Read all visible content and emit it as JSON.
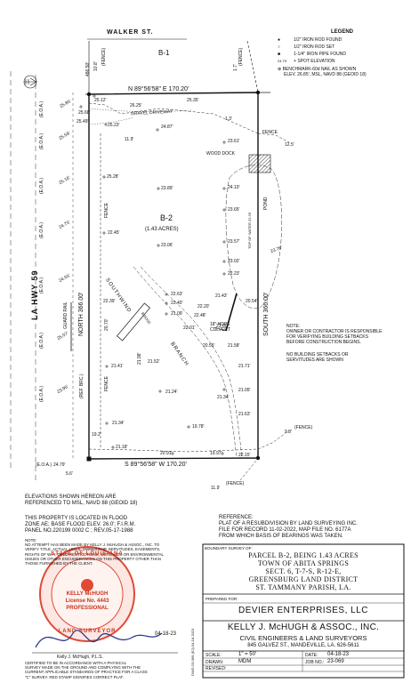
{
  "streets": {
    "top": "WALKER ST.",
    "left": "LA HWY 59"
  },
  "legend": {
    "title": "LEGEND",
    "items": [
      {
        "symbol": "filled-circle",
        "label": "1/2\" IRON ROD FOUND"
      },
      {
        "symbol": "open-circle",
        "label": "1/2\" IRON ROD SET"
      },
      {
        "symbol": "filled-square",
        "label": "1-1/4\" IRON PIPE FOUND"
      },
      {
        "symbol": "plus",
        "sample": "24.79'",
        "label": "SPOT ELEVATION"
      }
    ],
    "benchmark_line1": "BENCHMARK-60d NAIL AS SHOWN",
    "benchmark_line2": "ELEV. 26.85', MSL, NAVD 88 (GEOID 18)"
  },
  "lots": {
    "b1": "B-1",
    "b2": "B-2",
    "b2_area": "(1.43 ACRES)"
  },
  "bearings": {
    "north_line": "N 89°56'58\" E 170.20'",
    "south_line": "S 89°56'58\" W 170.20'",
    "west_line": "NORTH 366.00'",
    "east_line": "SOUTH 366.00'"
  },
  "features": {
    "gravel_driveway": "GRAVEL DRIVEWAY",
    "wood_dock": "WOOD DOCK",
    "pond": "POND",
    "top_of_water": "TOP OF WATER 22.29'",
    "fence": "FENCE",
    "southwind": "SOUTHWIND",
    "branch": "BRANCH",
    "bridge": "BRIDGE",
    "culvert_line1": "18\" HDPE",
    "culvert_line2": "CULVERT",
    "guard_rail": "GUARD RAIL",
    "ref_brc": "(REF. BRC.)",
    "eoa": "(E.O.A.)",
    "fence_tag": "(FENCE)"
  },
  "dimensions": {
    "d1": "486.50'",
    "d2": "10.8'",
    "d3": "1.7'",
    "d4": "1.3'",
    "d5": "12.5'",
    "d6": "11.9'",
    "d7": "5.6'",
    "d8": "11.9'",
    "d9": "9.8'",
    "d10": "19.2'"
  },
  "elevations": [
    "25.85'",
    "25.68'",
    "25.12'",
    "26.25'",
    "25.35'",
    "25.59'",
    "25.49'",
    "25.23'",
    "24.87'",
    "23.61'",
    "25.16'",
    "25.28'",
    "23.89'",
    "24.10'",
    "23.65'",
    "24.75'",
    "22.45'",
    "23.57'",
    "23.06'",
    "24.55'",
    "23.02'",
    "22.23'",
    "22.39'",
    "22.63'",
    "22.40'",
    "22.20'",
    "21.43'",
    "21.09'",
    "20.54'",
    "22.48'",
    "20.70'",
    "22.01'",
    "21.98'",
    "20.55'",
    "21.58'",
    "21.41'",
    "21.52'",
    "21.71'",
    "21.24'",
    "21.09'",
    "21.34'",
    "21.63'",
    "21.34'",
    "19.78'",
    "21.18'",
    "20.91'",
    "19.97'",
    "22.15'",
    "24.79'",
    "23.95'",
    "25.07'",
    "23.76'",
    "21.60'"
  ],
  "notes": {
    "owner_note": [
      "NOTE:",
      "OWNER OR CONTRACTOR IS RESPONSIBLE",
      "FOR VERIFYING BUILDING SETBACKS",
      "BEFORE CONSTRUCTION BEGINS."
    ],
    "setback_note": [
      "NO BUILDING SETBACKS OR",
      "SERVITUDES ARE SHOWN"
    ],
    "elevation_note": [
      "ELEVATIONS SHOWN HEREON ARE",
      "REFERENCED TO MSL, NAVD 88 (GEOID 18)"
    ],
    "flood_note": [
      "THIS PROPERTY IS LOCATED IN FLOOD",
      "ZONE AE; BASE FLOOD ELEV. 26.0'; F.I.R.M.",
      "PANEL NO.220199 0002 C ; REV.05-17-1988"
    ],
    "disclaimer": [
      "NOTE:",
      "NO ATTEMPT HAS BEEN MADE BY KELLY J. McHUGH & ASSOC., INC. TO",
      "VERIFY TITLE, ACTUAL LEGAL OWNERSHIP, SERVITUDES, EASEMENTS,",
      "RIGHTS OF WAY, DEED RESTRICTIONS, WETLANDS OR ENVIRONMENTAL",
      "ISSUES OR OTHER ENCUMBRANCES ON THIS PROPERTY OTHER THAN",
      "THOSE FURNISHED BY THE CLIENT."
    ],
    "reference": [
      "REFERENCE:",
      "PLAT OF A RESUBDIVISION BY LAND SURVEYING INC.",
      "FILE FOR RECORD 11-02-2022, MAP FILE NO. 6177A",
      "FROM WHICH BASIS OF BEARINGS WAS TAKEN."
    ],
    "certification": [
      "CERTIFIED TO BE IN ACCORDANCE WITH A PHYSICAL",
      "SURVEY MADE ON THE GROUND AND COMPLYING WITH THE",
      "CURRENT APPLICABLE STANDARDS OF PRACTICE FOR A CLASS",
      "\"C\" SURVEY. RED STAMP SIGNIFIES CORRECT PLAT."
    ]
  },
  "seal": {
    "ring_top": "STATE OF LOUISIANA",
    "ring_bottom": "LAND SURVEYOR",
    "name": "KELLY McHUGH",
    "license": "License No. 4443",
    "title": "PROFESSIONAL"
  },
  "signature": {
    "date": "04-18-23",
    "caption": "Kelly J. McHugh, P.L.S."
  },
  "title_block": {
    "boundary_label": "BOUNDARY SURVEY OF:",
    "survey_lines": [
      "PARCEL B-2, BEING 1.43 ACRES",
      "TOWN OF ABITA SPRINGS",
      "SECT. 6, T-7-S, R-12-E,",
      "GREENSBURG LAND DISTRICT",
      "ST. TAMMANY PARISH, LA."
    ],
    "prepared_label": "PREPARED FOR:",
    "client": "DEVIER ENTERPRISES, LLC",
    "firm": "KELLY J. McHUGH & ASSOC., INC.",
    "firm_sub": "CIVIL ENGINEERS & LAND SURVEYORS",
    "address": "845 GALVEZ ST., MANDEVILLE, LA. 626-5611",
    "scale_label": "SCALE:",
    "scale_value": "1\" = 50'",
    "date_label": "DATE:",
    "date_value": "04-18-23",
    "drawn_label": "DRAWN:",
    "drawn_value": "MDM",
    "job_label": "JOB NO.:",
    "job_value": "23-069",
    "revised_label": "REVISED:",
    "side_code": "DWG:23-069 (EJ) 04-18-2023"
  }
}
